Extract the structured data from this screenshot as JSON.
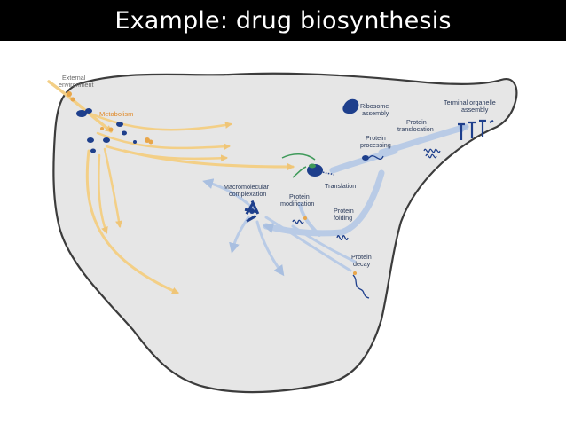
{
  "slide": {
    "title": "Example: drug biosynthesis"
  },
  "diagram": {
    "labels": {
      "external_line1": "External",
      "external_line2": "environment",
      "metabolism": "Metabolism",
      "ribosome_line1": "Ribosome",
      "ribosome_line2": "assembly",
      "terminal_line1": "Terminal organelle",
      "terminal_line2": "assembly",
      "translocation_line1": "Protein",
      "translocation_line2": "translocation",
      "processing_line1": "Protein",
      "processing_line2": "processing",
      "translation": "Translation",
      "macro_line1": "Macromolecular",
      "macro_line2": "complexation",
      "modification_line1": "Protein",
      "modification_line2": "modification",
      "folding_line1": "Protein",
      "folding_line2": "folding",
      "decay_line1": "Protein",
      "decay_line2": "decay"
    },
    "colors": {
      "cell_fill": "#e6e6e6",
      "cell_stroke": "#3c3c3c",
      "metabolic_arrow": "#f3cf86",
      "protein_arrow": "#b9cbe6",
      "molecule": "#1e3f8c",
      "accent_green": "#3f9a5a"
    }
  }
}
